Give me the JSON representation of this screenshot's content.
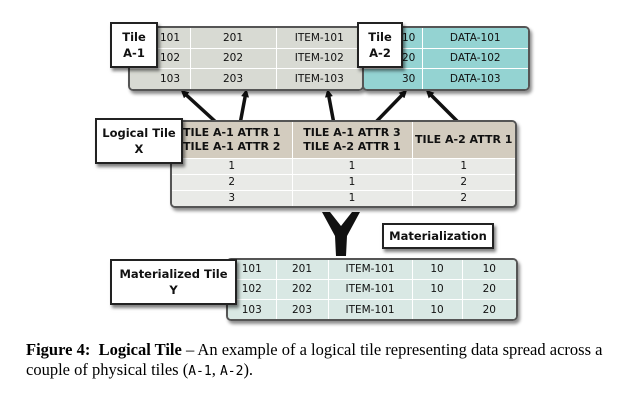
{
  "tile_a1": {
    "label_line1": "Tile",
    "label_line2": "A-1",
    "rows": [
      [
        "101",
        "201",
        "ITEM-101"
      ],
      [
        "102",
        "202",
        "ITEM-102"
      ],
      [
        "103",
        "203",
        "ITEM-103"
      ]
    ]
  },
  "tile_a2": {
    "label_line1": "Tile",
    "label_line2": "A-2",
    "rows": [
      [
        "10",
        "DATA-101"
      ],
      [
        "20",
        "DATA-102"
      ],
      [
        "30",
        "DATA-103"
      ]
    ]
  },
  "logical_tile": {
    "label_line1": "Logical Tile",
    "label_line2": "X",
    "headers": [
      [
        "TILE A-1 ATTR 1",
        "TILE A-1 ATTR 2"
      ],
      [
        "TILE A-1 ATTR 3",
        "TILE A-2 ATTR 1"
      ],
      [
        "TILE A-2 ATTR 1"
      ]
    ],
    "rows": [
      [
        "1",
        "1",
        "1"
      ],
      [
        "2",
        "1",
        "2"
      ],
      [
        "3",
        "1",
        "2"
      ]
    ]
  },
  "materialization_label": "Materialization",
  "materialized_tile": {
    "label_line1": "Materialized Tile",
    "label_line2": "Y",
    "rows": [
      [
        "101",
        "201",
        "ITEM-101",
        "10",
        "10"
      ],
      [
        "102",
        "202",
        "ITEM-101",
        "10",
        "20"
      ],
      [
        "103",
        "203",
        "ITEM-101",
        "10",
        "20"
      ]
    ]
  },
  "caption": {
    "prefix": "Figure 4:",
    "title": "Logical Tile",
    "body": " – An example of a logical tile representing data spread across a couple of physical tiles (",
    "code1": "A-1",
    "sep": ", ",
    "code2": "A-2",
    "end": ")."
  },
  "colors": {
    "tile_a1": "#d8dad3",
    "tile_a2": "#94d3d2",
    "logical_header": "#d3ccbf",
    "logical_rows": "#e9eae7",
    "materialized": "#d9e8e4"
  }
}
